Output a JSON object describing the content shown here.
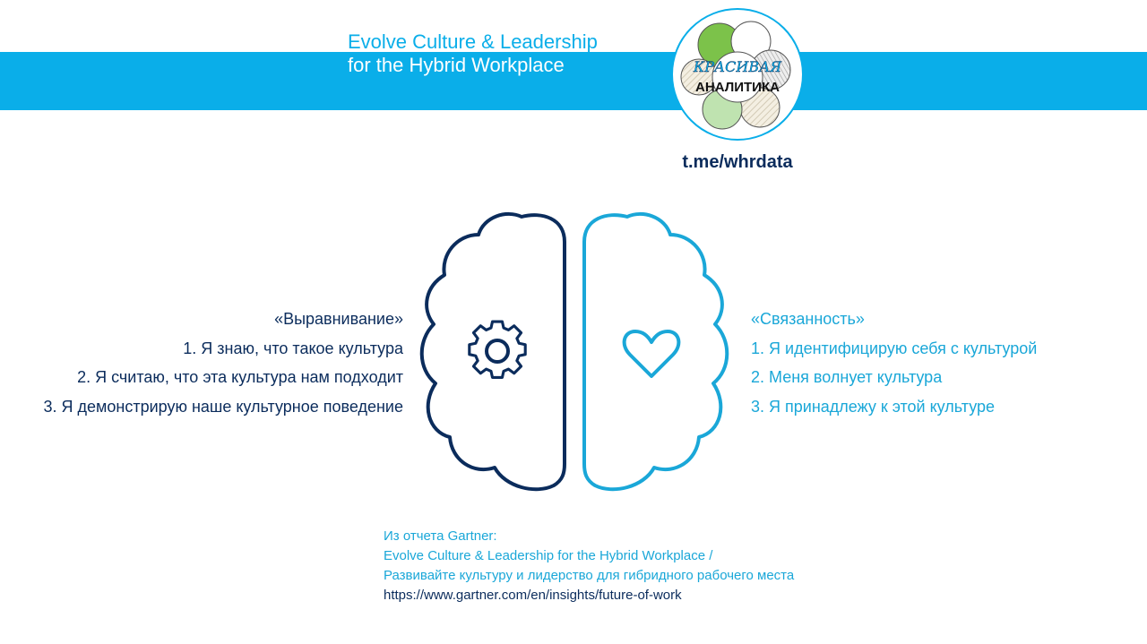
{
  "header": {
    "title_line1": "Evolve Culture & Leadership",
    "title_line2": "for the Hybrid Workplace"
  },
  "logo": {
    "line1": "КРАСИВАЯ",
    "line2": "АНАЛИТИКА",
    "link": "t.me/whrdata"
  },
  "left": {
    "heading": "«Выравнивание»",
    "items": [
      "1. Я знаю, что такое культура",
      "2. Я считаю, что эта культура нам подходит",
      "3. Я демонстрирую наше культурное поведение"
    ]
  },
  "right": {
    "heading": "«Связанность»",
    "items": [
      "1. Я идентифицирую себя с культурой",
      "2. Меня волнует культура",
      "3. Я принадлежу к этой культуре"
    ]
  },
  "source": {
    "line1": "Из отчета Gartner:",
    "line2": "Evolve Culture & Leadership for the Hybrid Workplace /",
    "line3": "Развивайте культуру и лидерство для гибридного рабочего места",
    "line4": "https://www.gartner.com/en/insights/future-of-work"
  },
  "icons": {
    "left": "gear-icon",
    "right": "heart-icon"
  },
  "colors": {
    "band": "#0aaee9",
    "dark": "#0b2c5c",
    "light": "#1aa7d8"
  }
}
